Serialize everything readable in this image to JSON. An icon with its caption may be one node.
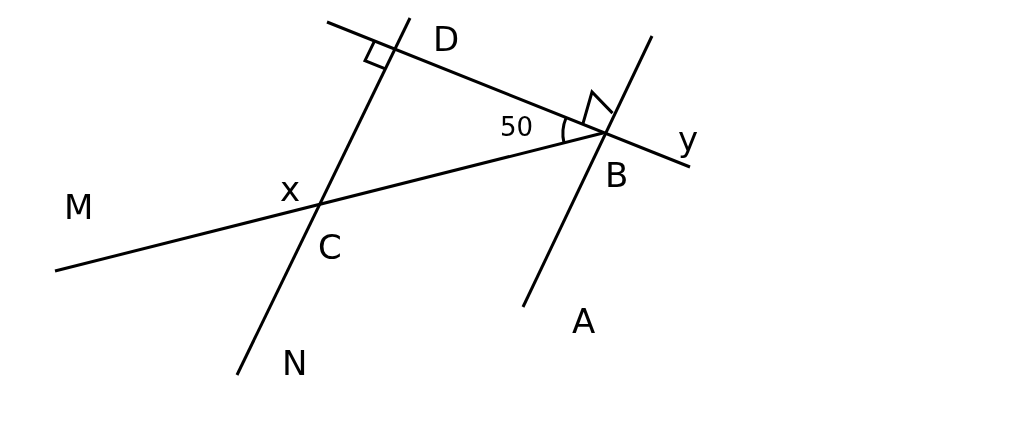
{
  "diagram": {
    "labels": [
      "D",
      "50",
      "y",
      "x",
      "B",
      "M",
      "C",
      "A",
      "N"
    ]
  }
}
